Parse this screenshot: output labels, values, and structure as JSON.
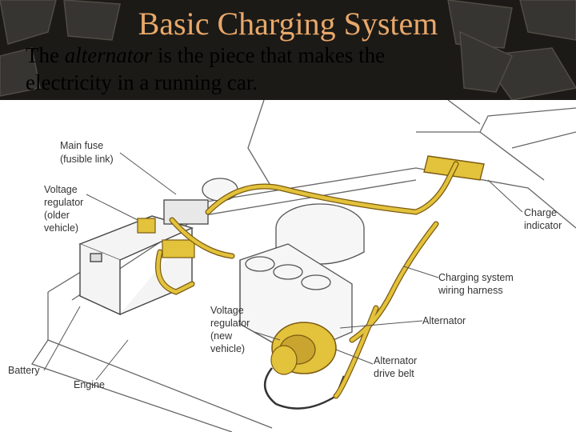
{
  "slide": {
    "title": "Basic Charging System",
    "subtitle_part1": "The ",
    "subtitle_emph": "alternator",
    "subtitle_part2": " is the piece that makes the electricity in a running car."
  },
  "diagram": {
    "labels": {
      "main_fuse_1": "Main fuse",
      "main_fuse_2": "(fusible link)",
      "voltage_reg_old_1": "Voltage",
      "voltage_reg_old_2": "regulator",
      "voltage_reg_old_3": "(older",
      "voltage_reg_old_4": "vehicle)",
      "charge_indicator_1": "Charge",
      "charge_indicator_2": "indicator",
      "harness_1": "Charging system",
      "harness_2": "wiring harness",
      "voltage_reg_new_1": "Voltage",
      "voltage_reg_new_2": "regulator",
      "voltage_reg_new_3": "(new",
      "voltage_reg_new_4": "vehicle)",
      "alternator": "Alternator",
      "drive_belt_1": "Alternator",
      "drive_belt_2": "drive belt",
      "battery": "Battery",
      "engine": "Engine"
    },
    "colors": {
      "wire": "#e3c23c",
      "wire_dark": "#7a5a10",
      "line": "#555555",
      "background_dark": "#1c1a16"
    }
  }
}
